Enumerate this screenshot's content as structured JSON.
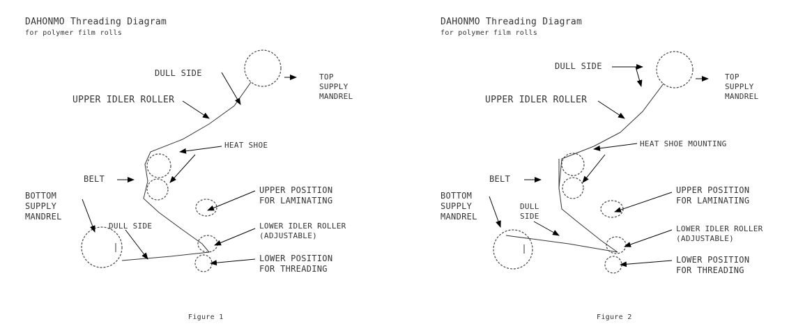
{
  "figures": [
    {
      "title": "DAHONMO Threading Diagram",
      "subtitle": "for polymer film rolls",
      "labels": {
        "dull_side": "DULL SIDE",
        "upper_idler_roller": "UPPER IDLER ROLLER",
        "top_supply_mandrel": [
          "TOP",
          "SUPPLY",
          "MANDREL"
        ],
        "heat_shoe": "HEAT SHOE",
        "belt": "BELT",
        "upper_position": [
          "UPPER POSITION",
          "FOR LAMINATING"
        ],
        "bottom_supply_mandrel": [
          "BOTTOM",
          "SUPPLY",
          "MANDREL"
        ],
        "dull_side_2": "DULL SIDE",
        "lower_idler_roller": [
          "LOWER IDLER ROLLER",
          "(ADJUSTABLE)"
        ],
        "lower_position": [
          "LOWER POSITION",
          "FOR THREADING"
        ]
      },
      "caption": "Figure 1"
    },
    {
      "title": "DAHONMO Threading Diagram",
      "subtitle": "for polymer film rolls",
      "labels": {
        "dull_side": "DULL SIDE",
        "upper_idler_roller": "UPPER IDLER ROLLER",
        "top_supply_mandrel": [
          "TOP",
          "SUPPLY",
          "MANDREL"
        ],
        "heat_shoe": "HEAT SHOE MOUNTING",
        "belt": "BELT",
        "upper_position": [
          "UPPER POSITION",
          "FOR LAMINATING"
        ],
        "bottom_supply_mandrel": [
          "BOTTOM",
          "SUPPLY",
          "MANDREL"
        ],
        "dull_side_2": [
          "DULL",
          "SIDE"
        ],
        "lower_idler_roller": [
          "LOWER IDLER ROLLER",
          "(ADJUSTABLE)"
        ],
        "lower_position": [
          "LOWER POSITION",
          "FOR THREADING"
        ]
      },
      "caption": "Figure 2"
    }
  ]
}
